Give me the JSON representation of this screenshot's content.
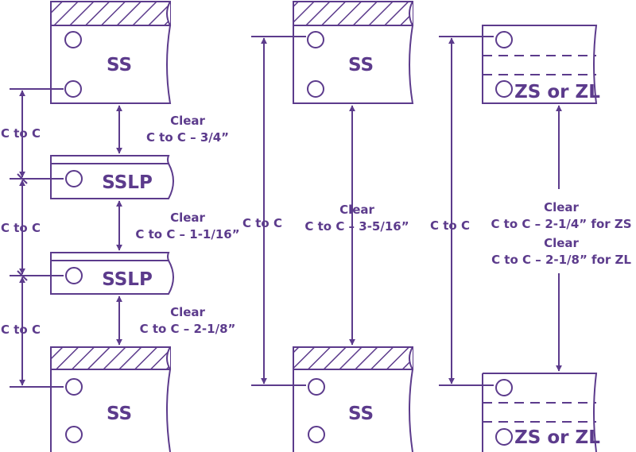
{
  "colors": {
    "ink": "#5c3b8c",
    "background": "#ffffff"
  },
  "col1": {
    "top_block": "SS",
    "plate1": "SSLP",
    "plate2": "SSLP",
    "bottom_block": "SS",
    "c_to_c_1": "C to C",
    "c_to_c_2": "C to C",
    "c_to_c_3": "C to C",
    "clear1_title": "Clear",
    "clear1_value": "C to C – 3/4”",
    "clear2_title": "Clear",
    "clear2_value": "C to C – 1-1/16”",
    "clear3_title": "Clear",
    "clear3_value": "C to C – 2-1/8”"
  },
  "col2": {
    "top_block": "SS",
    "bottom_block": "SS",
    "c_to_c": "C to C",
    "clear_title": "Clear",
    "clear_value": "C to C – 3-5/16”"
  },
  "col3": {
    "top_block": "ZS or ZL",
    "bottom_block": "ZS or ZL",
    "c_to_c": "C to C",
    "clear_zs_title": "Clear",
    "clear_zs_value": "C to C – 2-1/4” for ZS",
    "clear_zl_title": "Clear",
    "clear_zl_value": "C to C – 2-1/8” for ZL"
  }
}
